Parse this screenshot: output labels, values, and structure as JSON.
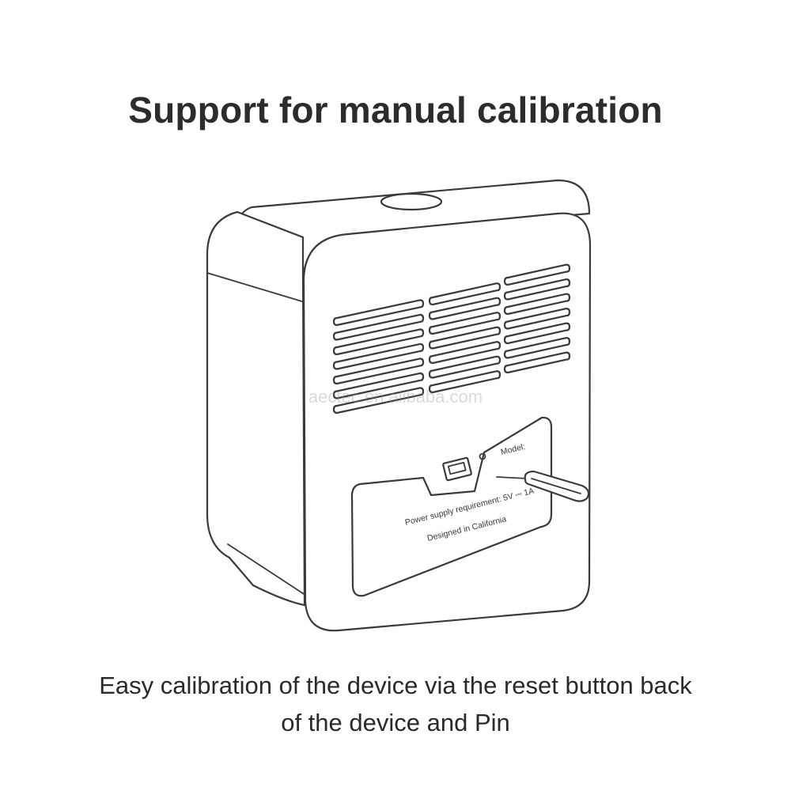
{
  "headline": "Support for manual calibration",
  "caption_line1": "Easy calibration of the device via the reset button back",
  "caption_line2": "of the device and Pin",
  "device": {
    "model_label": "Model:",
    "power_label": "Power supply requirement: 5V ⎓ 1A",
    "designed_label": "Designed in California"
  },
  "watermark": "aectec.en.alibaba.com"
}
